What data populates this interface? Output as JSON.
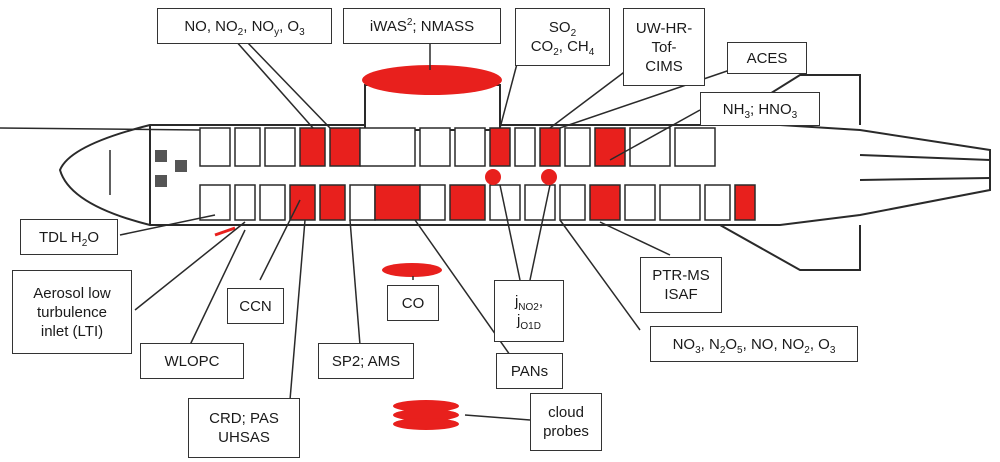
{
  "labels": {
    "noy": {
      "parts": [
        [
          "NO, NO",
          "2",
          ", NO",
          "y",
          ", O",
          "3"
        ]
      ]
    },
    "iwas": {
      "a": "iWAS",
      "sup": "2",
      "b": "; NMASS"
    },
    "so2": {
      "l1": [
        "SO",
        "2"
      ],
      "l2": [
        "CO",
        "2",
        ", CH",
        "4"
      ]
    },
    "tof": {
      "lines": [
        "UW-HR-",
        "Tof-",
        "CIMS"
      ]
    },
    "aces": {
      "text": "ACES"
    },
    "nh3": {
      "parts": [
        "NH",
        "3",
        "; HNO",
        "3"
      ]
    },
    "tdl": {
      "parts": [
        "TDL H",
        "2",
        "O"
      ]
    },
    "aerosol": {
      "lines": [
        "Aerosol low",
        "turbulence",
        "inlet (LTI)"
      ]
    },
    "ccn": {
      "text": "CCN"
    },
    "co": {
      "text": "CO"
    },
    "jno2": {
      "l1": [
        "j",
        "NO2",
        ","
      ],
      "l2": [
        "j",
        "O1D"
      ]
    },
    "ptr": {
      "lines": [
        "PTR-MS",
        "ISAF"
      ]
    },
    "wlopc": {
      "text": "WLOPC"
    },
    "sp2": {
      "text": "SP2; AMS"
    },
    "pans": {
      "text": "PANs"
    },
    "no3": {
      "parts": [
        "NO",
        "3",
        ", N",
        "2",
        "O",
        "5",
        ", NO, NO",
        "2",
        ", O",
        "3"
      ]
    },
    "crd": {
      "lines": [
        "CRD; PAS",
        "UHSAS"
      ]
    },
    "cloud": {
      "lines": [
        "cloud",
        "probes"
      ]
    }
  },
  "colors": {
    "instrument": "#e8201d",
    "outline": "#2a2a2a",
    "label_border": "#333333"
  }
}
